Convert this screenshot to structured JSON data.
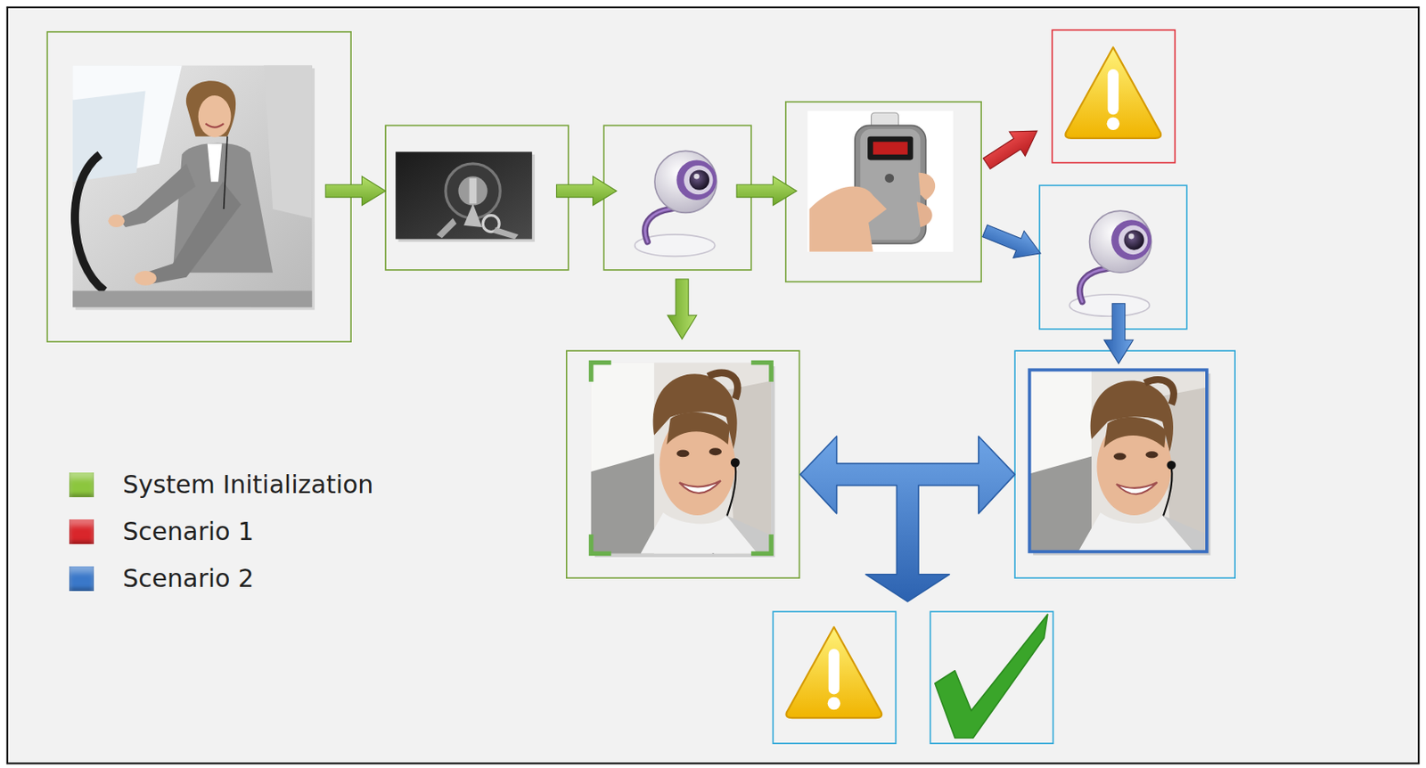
{
  "diagram": {
    "legend": [
      {
        "text": "System Initialization",
        "color": "#8cc63e"
      },
      {
        "text": "Scenario 1",
        "color": "#d9262b"
      },
      {
        "text": "Scenario 2",
        "color": "#3a78c9"
      }
    ]
  }
}
